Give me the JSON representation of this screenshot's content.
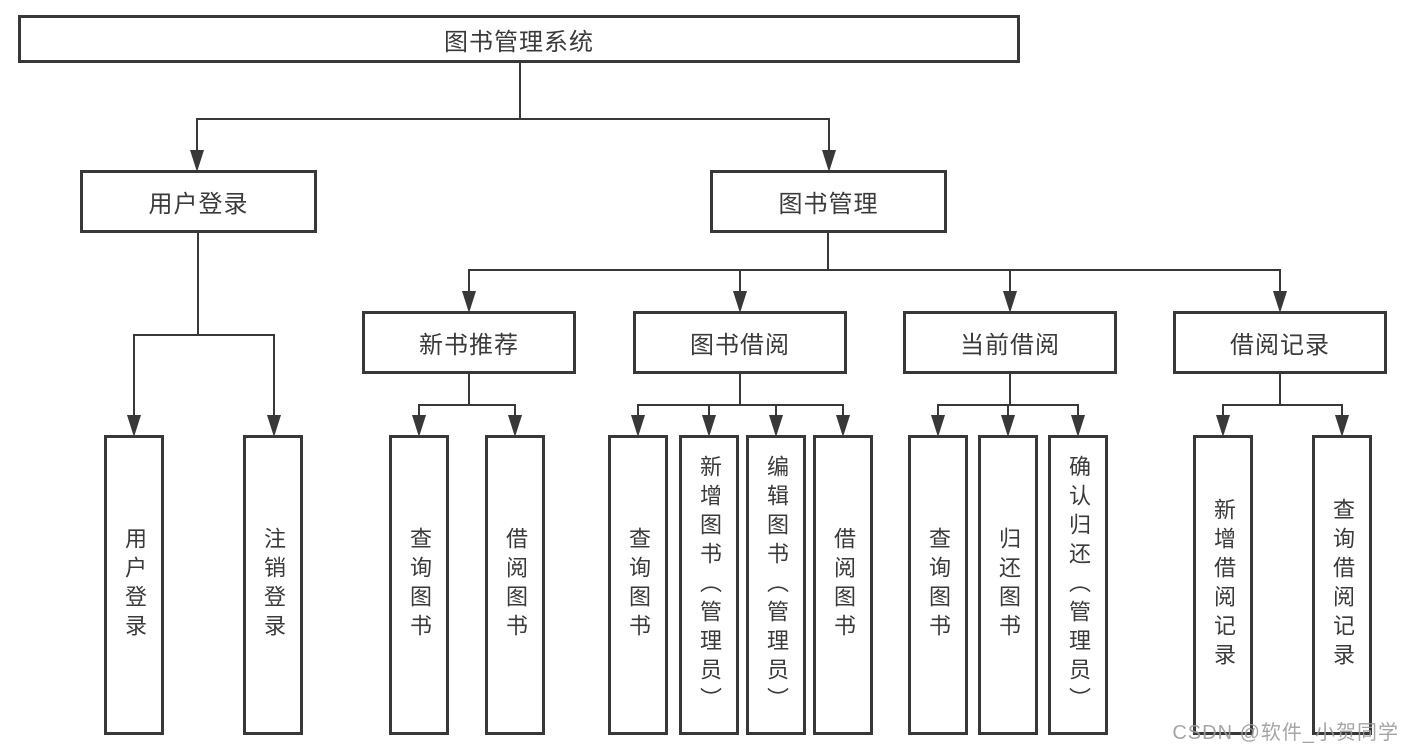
{
  "tree": {
    "root": {
      "label": "图书管理系统"
    },
    "branches": [
      {
        "label": "用户登录",
        "children": [
          {
            "label": "用户登录"
          },
          {
            "label": "注销登录"
          }
        ]
      },
      {
        "label": "图书管理",
        "children": [
          {
            "label": "新书推荐",
            "children": [
              {
                "label": "查询图书"
              },
              {
                "label": "借阅图书"
              }
            ]
          },
          {
            "label": "图书借阅",
            "children": [
              {
                "label": "查询图书"
              },
              {
                "label": "新增图书（管理员）"
              },
              {
                "label": "编辑图书（管理员）"
              },
              {
                "label": "借阅图书"
              }
            ]
          },
          {
            "label": "当前借阅",
            "children": [
              {
                "label": "查询图书"
              },
              {
                "label": "归还图书"
              },
              {
                "label": "确认归还（管理员）"
              }
            ]
          },
          {
            "label": "借阅记录",
            "children": [
              {
                "label": "新增借阅记录"
              },
              {
                "label": "查询借阅记录"
              }
            ]
          }
        ]
      }
    ]
  },
  "watermark": "CSDN @软件_小贺同学",
  "colors": {
    "line": "#383838",
    "text": "#3a3a3a",
    "watermark_text": "#9c9c9c",
    "background": "#ffffff"
  }
}
